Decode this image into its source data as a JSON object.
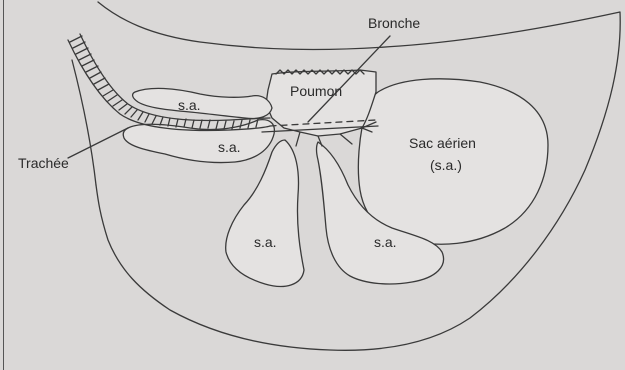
{
  "labels": {
    "bronche": "Bronche",
    "poumon": "Poumon",
    "trachee": "Trachée",
    "sac_aerien_line1": "Sac aérien",
    "sac_aerien_line2": "(s.a.)",
    "sa_top": "s.a.",
    "sa_middle": "s.a.",
    "sa_lower_left": "s.a.",
    "sa_lower_right": "s.a."
  },
  "colors": {
    "background": "#dad8d7",
    "line": "#3a3a3a",
    "text": "#2a2a2a"
  }
}
